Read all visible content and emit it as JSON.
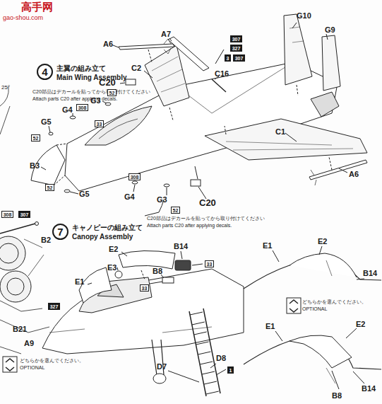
{
  "diagram": {
    "nodes": [
      {
        "text": [
          "4"
        ]
      },
      {
        "text": [
          "7"
        ]
      },
      {
        "text": [
          "307"
        ]
      },
      {
        "text": [
          "327"
        ]
      },
      {
        "text": [
          "3"
        ]
      },
      {
        "text": [
          "307"
        ]
      },
      {
        "text": [
          "52"
        ]
      },
      {
        "text": [
          "308"
        ]
      },
      {
        "text": [
          "33"
        ]
      },
      {
        "text": [
          "52"
        ]
      },
      {
        "text": [
          "52"
        ]
      },
      {
        "text": [
          "308"
        ]
      },
      {
        "text": [
          "52"
        ]
      },
      {
        "text": [
          "308"
        ]
      },
      {
        "text": [
          "307"
        ]
      },
      {
        "text": [
          "327"
        ]
      },
      {
        "text": [
          "33"
        ]
      },
      {
        "text": [
          "33"
        ]
      },
      {
        "text": [
          "1"
        ]
      }
    ],
    "labels": [
      "高手网",
      "gao-shou.com",
      "主翼の組み立て",
      "Main Wing Assembly",
      "C20部品はデカールを貼ってから取り付けてください",
      "Attach parts C20 after applying decals.",
      "C20",
      "A6",
      "A7",
      "G10",
      "G9",
      "C16",
      "C2",
      "G3",
      "G4",
      "G5",
      "B3",
      "G5",
      "G4",
      "G3",
      "C20",
      "C1",
      "A6",
      "C20部品はデカールを貼ってから取り付けてください",
      "Attach parts C20 after applying decals.",
      "25°",
      "B2",
      "B21",
      "A9",
      "どちらかを選んでください。",
      "OPTIONAL",
      "キャノピーの組み立て",
      "Canopy Assembly",
      "E2",
      "B14",
      "E3",
      "B8",
      "E1",
      "D8",
      "D7",
      "E1",
      "E2",
      "B14",
      "どちらかを選んでください。",
      "OPTIONAL",
      "E1",
      "E2",
      "B14",
      "B8"
    ]
  }
}
